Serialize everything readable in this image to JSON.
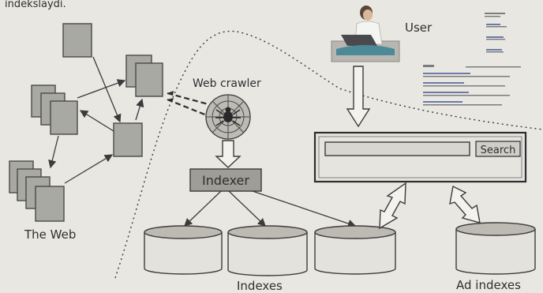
{
  "header_text": "indekslaydi.",
  "labels": {
    "user": "User",
    "web_crawler": "Web crawler",
    "indexer": "Indexer",
    "the_web": "The Web",
    "indexes": "Indexes",
    "ad_indexes": "Ad indexes"
  },
  "search": {
    "button_label": "Search",
    "input_value": ""
  },
  "icons": {
    "crawler": "spider-globe-icon",
    "user": "person-with-laptop-icon"
  },
  "colors": {
    "background": "#e9e7e2",
    "document": "#a9a9a3",
    "indexer_box": "#9f9d98"
  }
}
